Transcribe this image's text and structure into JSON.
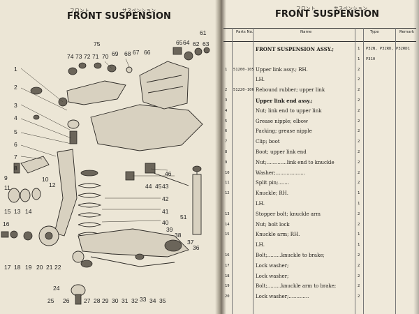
{
  "left_page": {
    "kana_left": "フロント",
    "kana_right": "サスペンション",
    "title": "FRONT SUSPENSION",
    "callouts": [
      "1",
      "2",
      "3",
      "4",
      "5",
      "6",
      "7",
      "8",
      "9",
      "10",
      "11",
      "12",
      "13",
      "14",
      "15",
      "16",
      "17",
      "18",
      "19",
      "20",
      "21",
      "22",
      "24",
      "25",
      "26",
      "27",
      "28",
      "29",
      "30",
      "31",
      "32",
      "33",
      "34",
      "35",
      "36",
      "37",
      "38",
      "39",
      "40",
      "41",
      "42",
      "43",
      "44",
      "45",
      "46",
      "51",
      "61",
      "62",
      "63",
      "64",
      "65",
      "66",
      "67",
      "68",
      "69",
      "70",
      "71",
      "72",
      "73",
      "74",
      "75"
    ]
  },
  "right_page": {
    "kana_left": "フロント",
    "kana_right": "サスペンション",
    "title": "FRONT SUSPENSION",
    "header": {
      "parts_no": "Parts No.",
      "name": "Name",
      "type": "Type",
      "remark": "Remark"
    },
    "rows": [
      {
        "key": "",
        "no": "",
        "desc": "FRONT SUSPENSION ASSY.;",
        "qty": "1",
        "type": "P32N, P32RD, P32RD1",
        "bold": true
      },
      {
        "key": "",
        "no": "",
        "desc": "",
        "qty": "1",
        "type": "P310",
        "bold": false
      },
      {
        "key": "1",
        "no": "51200-105",
        "desc": "Upper link assy.; RH.",
        "qty": "2",
        "type": "",
        "bold": false
      },
      {
        "key": "",
        "no": "",
        "desc": "LH.",
        "qty": "2",
        "type": "",
        "bold": false
      },
      {
        "key": "2",
        "no": "51220-106",
        "desc": "Rebound rubber; upper link",
        "qty": "2",
        "type": "",
        "bold": false
      },
      {
        "key": "3",
        "no": "",
        "desc": "Upper link end assy.;",
        "qty": "2",
        "type": "",
        "bold": true
      },
      {
        "key": "4",
        "no": "",
        "desc": "Nut; link end to upper link",
        "qty": "2",
        "type": "",
        "bold": false
      },
      {
        "key": "5",
        "no": "",
        "desc": "Grease nipple; elbow",
        "qty": "2",
        "type": "",
        "bold": false
      },
      {
        "key": "6",
        "no": "",
        "desc": "Packing; grease nipple",
        "qty": "2",
        "type": "",
        "bold": false
      },
      {
        "key": "7",
        "no": "",
        "desc": "Clip; boot",
        "qty": "2",
        "type": "",
        "bold": false
      },
      {
        "key": "8",
        "no": "",
        "desc": "Boot; upper link end",
        "qty": "2",
        "type": "",
        "bold": false
      },
      {
        "key": "9",
        "no": "",
        "desc": "Nut;.............link end to knuckle",
        "qty": "2",
        "type": "",
        "bold": false
      },
      {
        "key": "10",
        "no": "",
        "desc": "Washer;...................",
        "qty": "2",
        "type": "",
        "bold": false
      },
      {
        "key": "11",
        "no": "",
        "desc": "Split pin;.......",
        "qty": "2",
        "type": "",
        "bold": false
      },
      {
        "key": "12",
        "no": "",
        "desc": "Knuckle; RH.",
        "qty": "1",
        "type": "",
        "bold": false
      },
      {
        "key": "",
        "no": "",
        "desc": "LH.",
        "qty": "1",
        "type": "",
        "bold": false
      },
      {
        "key": "13",
        "no": "",
        "desc": "Stopper bolt; knuckle arm",
        "qty": "2",
        "type": "",
        "bold": false
      },
      {
        "key": "14",
        "no": "",
        "desc": "Nut; bolt lock",
        "qty": "2",
        "type": "",
        "bold": false
      },
      {
        "key": "15",
        "no": "",
        "desc": "Knuckle arm; RH.",
        "qty": "1",
        "type": "",
        "bold": false
      },
      {
        "key": "",
        "no": "",
        "desc": "LH.",
        "qty": "1",
        "type": "",
        "bold": false
      },
      {
        "key": "16",
        "no": "",
        "desc": "Bolt;.........knuckle to brake;",
        "qty": "2",
        "type": "",
        "bold": false
      },
      {
        "key": "17",
        "no": "",
        "desc": "Lock washer;",
        "qty": "2",
        "type": "",
        "bold": false
      },
      {
        "key": "18",
        "no": "",
        "desc": "Lock washer;",
        "qty": "2",
        "type": "",
        "bold": false
      },
      {
        "key": "19",
        "no": "",
        "desc": "Bolt;.........knuckle arm to brake;",
        "qty": "2",
        "type": "",
        "bold": false
      },
      {
        "key": "20",
        "no": "",
        "desc": "Lock washer;.............",
        "qty": "2",
        "type": "",
        "bold": false
      }
    ]
  }
}
